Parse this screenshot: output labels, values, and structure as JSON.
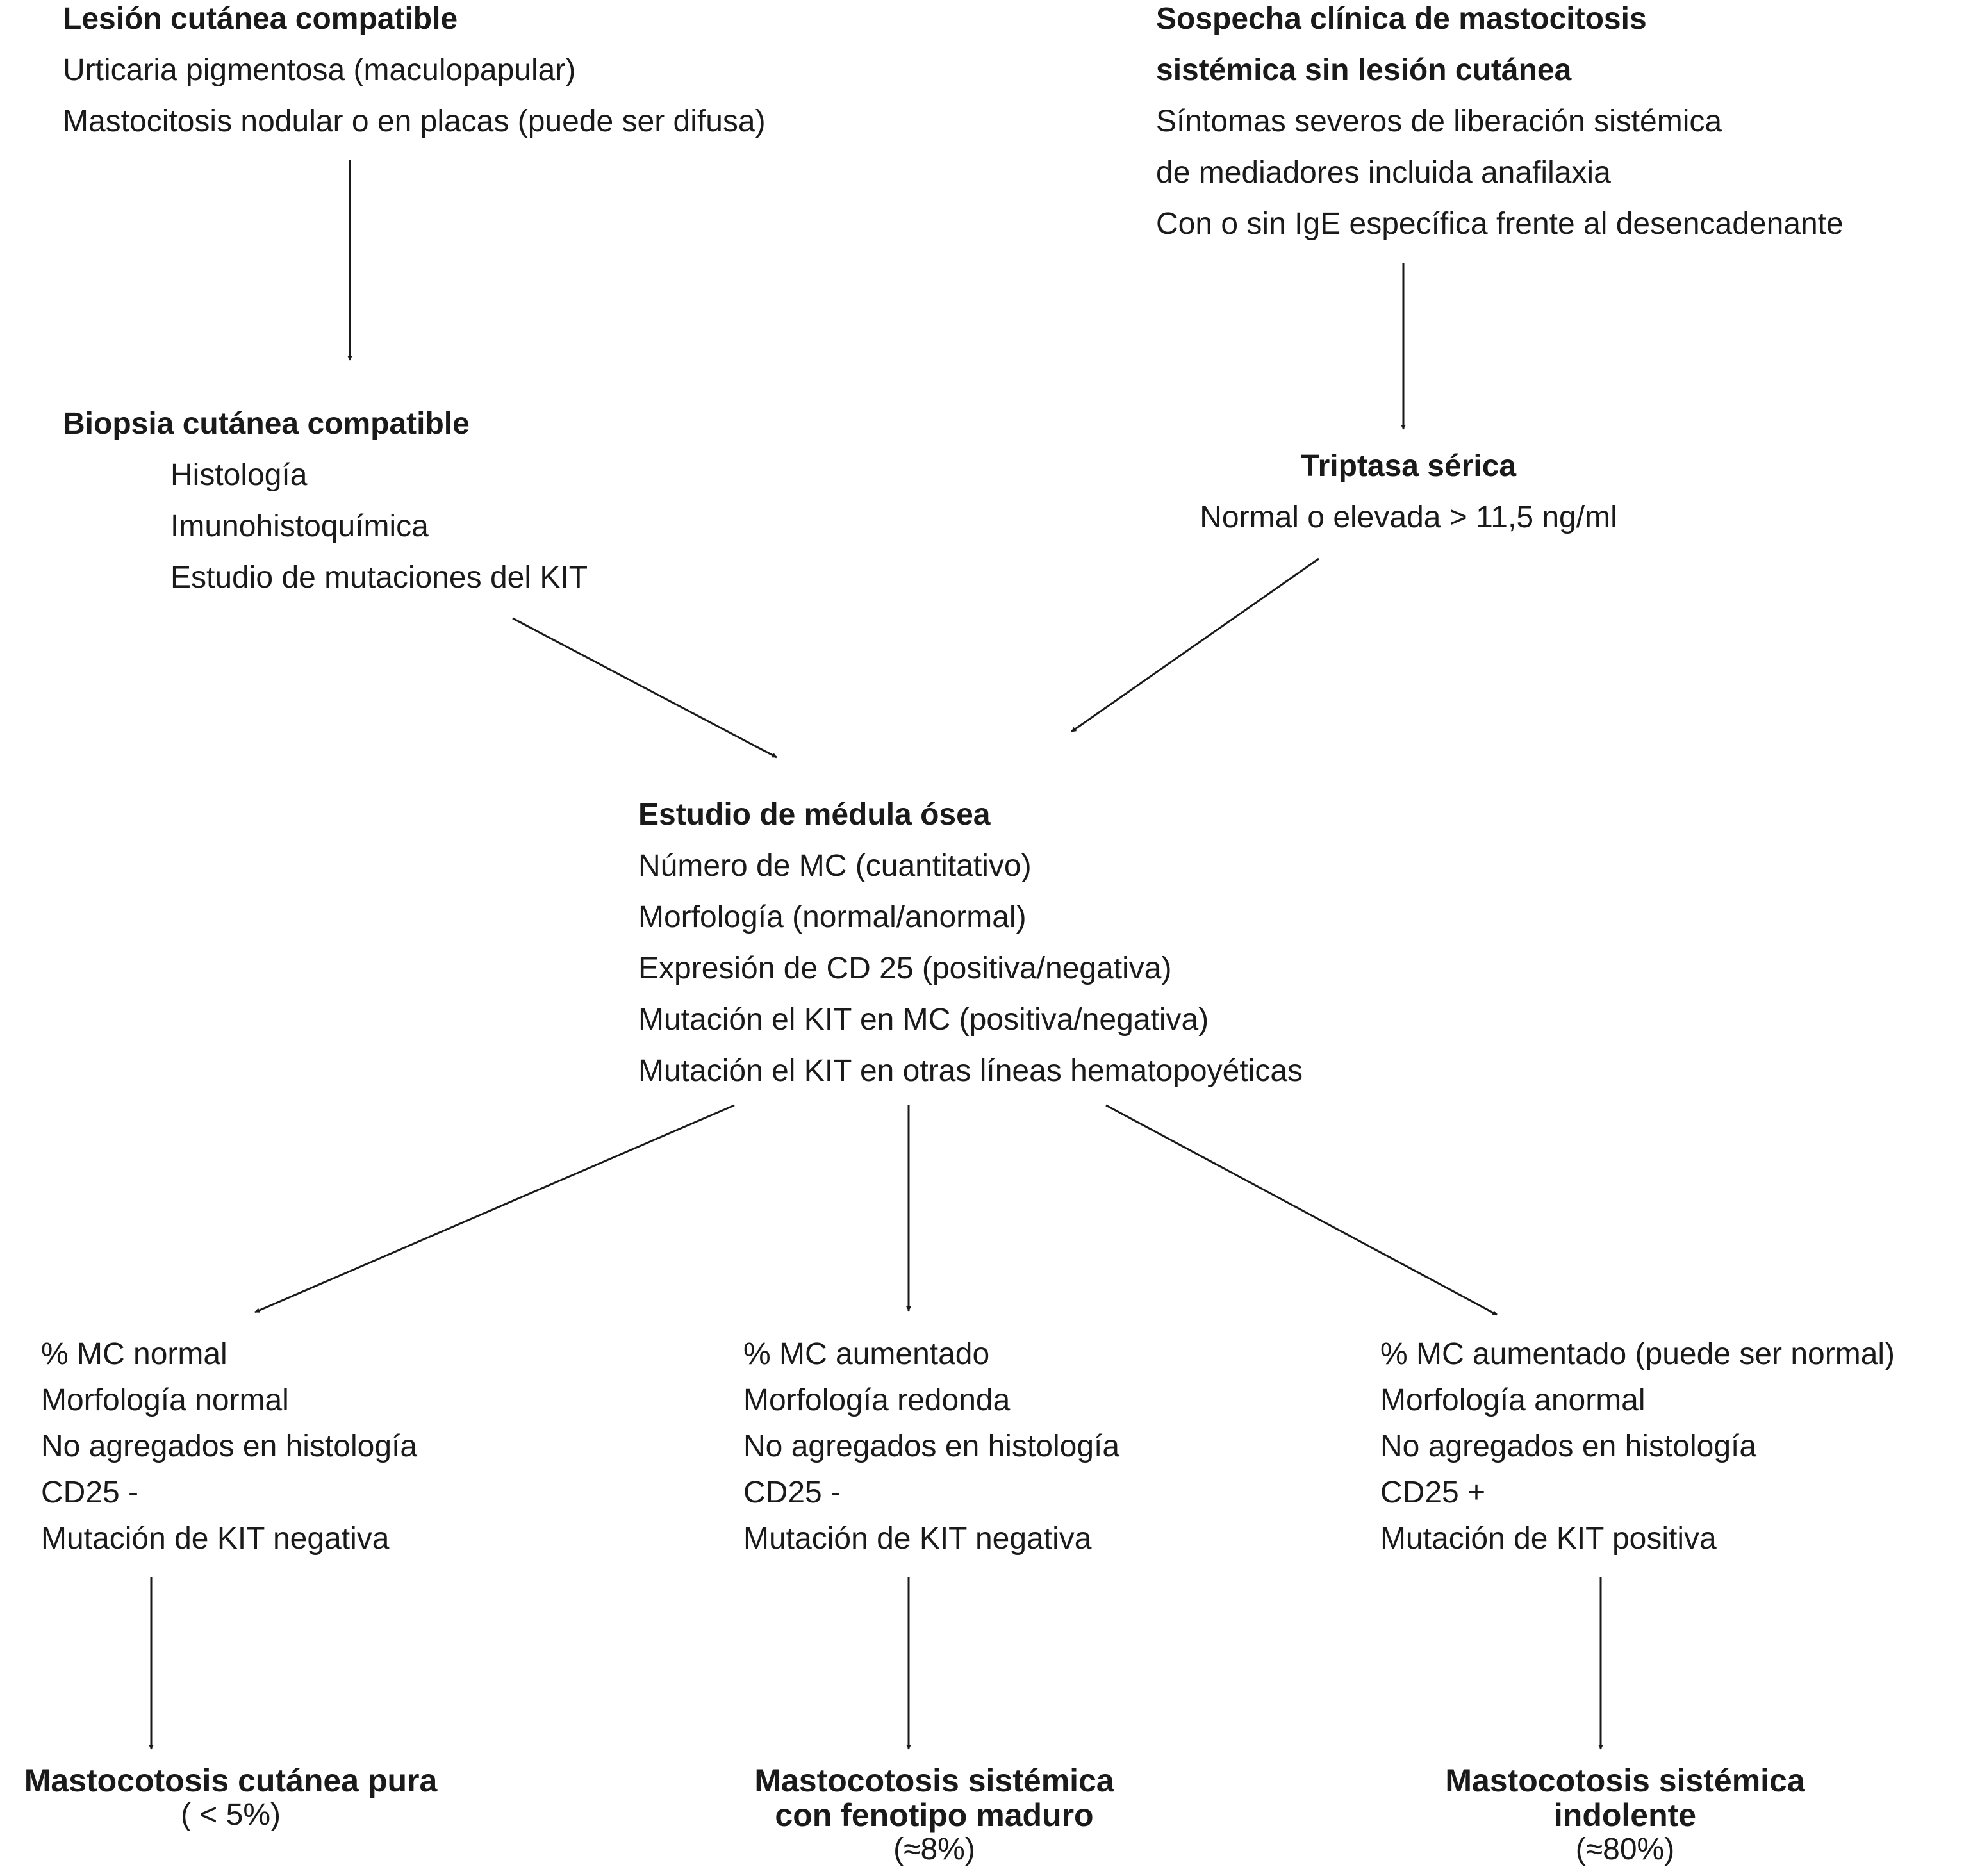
{
  "nodes": {
    "skin": {
      "title": "Lesión cutánea compatible",
      "lines": [
        "Urticaria pigmentosa (maculopapular)",
        "Mastocitosis nodular o en placas (puede ser difusa)"
      ]
    },
    "suspicion": {
      "title_lines": [
        "Sospecha clínica de mastocitosis",
        "sistémica sin lesión cutánea"
      ],
      "lines": [
        "Síntomas severos de liberación sistémica",
        "de mediadores incluida anafilaxia",
        "Con o sin IgE específica frente al desencadenante"
      ]
    },
    "biopsy": {
      "title": "Biopsia cutánea compatible",
      "lines": [
        "Histología",
        "Imunohistoquímica",
        "Estudio de mutaciones del KIT"
      ]
    },
    "tryptase": {
      "title": "Triptasa sérica",
      "lines": [
        "Normal o elevada > 11,5 ng/ml"
      ]
    },
    "marrow": {
      "title": "Estudio de médula ósea",
      "lines": [
        "Número de MC (cuantitativo)",
        "Morfología (normal/anormal)",
        "Expresión de CD 25 (positiva/negativa)",
        "Mutación el KIT en MC (positiva/negativa)",
        "Mutación el KIT en otras líneas hematopoyéticas"
      ]
    },
    "finding_left": {
      "lines": [
        "% MC normal",
        "Morfología normal",
        "No agregados en histología",
        "CD25 -",
        "Mutación de KIT negativa"
      ]
    },
    "finding_center": {
      "lines": [
        "% MC aumentado",
        "Morfología redonda",
        "No agregados en histología",
        "CD25 -",
        "Mutación de KIT negativa"
      ]
    },
    "finding_right": {
      "lines": [
        "% MC aumentado (puede ser normal)",
        "Morfología anormal",
        "No agregados en histología",
        "CD25 +",
        "Mutación de KIT positiva"
      ]
    }
  },
  "results": {
    "left": {
      "title_lines": [
        "Mastocotosis cutánea pura"
      ],
      "percent": "( < 5%)"
    },
    "center": {
      "title_lines": [
        "Mastocotosis sistémica",
        "con fenotipo maduro"
      ],
      "percent": "(≈8%)"
    },
    "right": {
      "title_lines": [
        "Mastocotosis sistémica",
        "indolente"
      ],
      "percent": "(≈80%)"
    }
  },
  "colors": {
    "text": "#1a1a1a",
    "arrow": "#1a1a1a",
    "background": "#ffffff"
  }
}
